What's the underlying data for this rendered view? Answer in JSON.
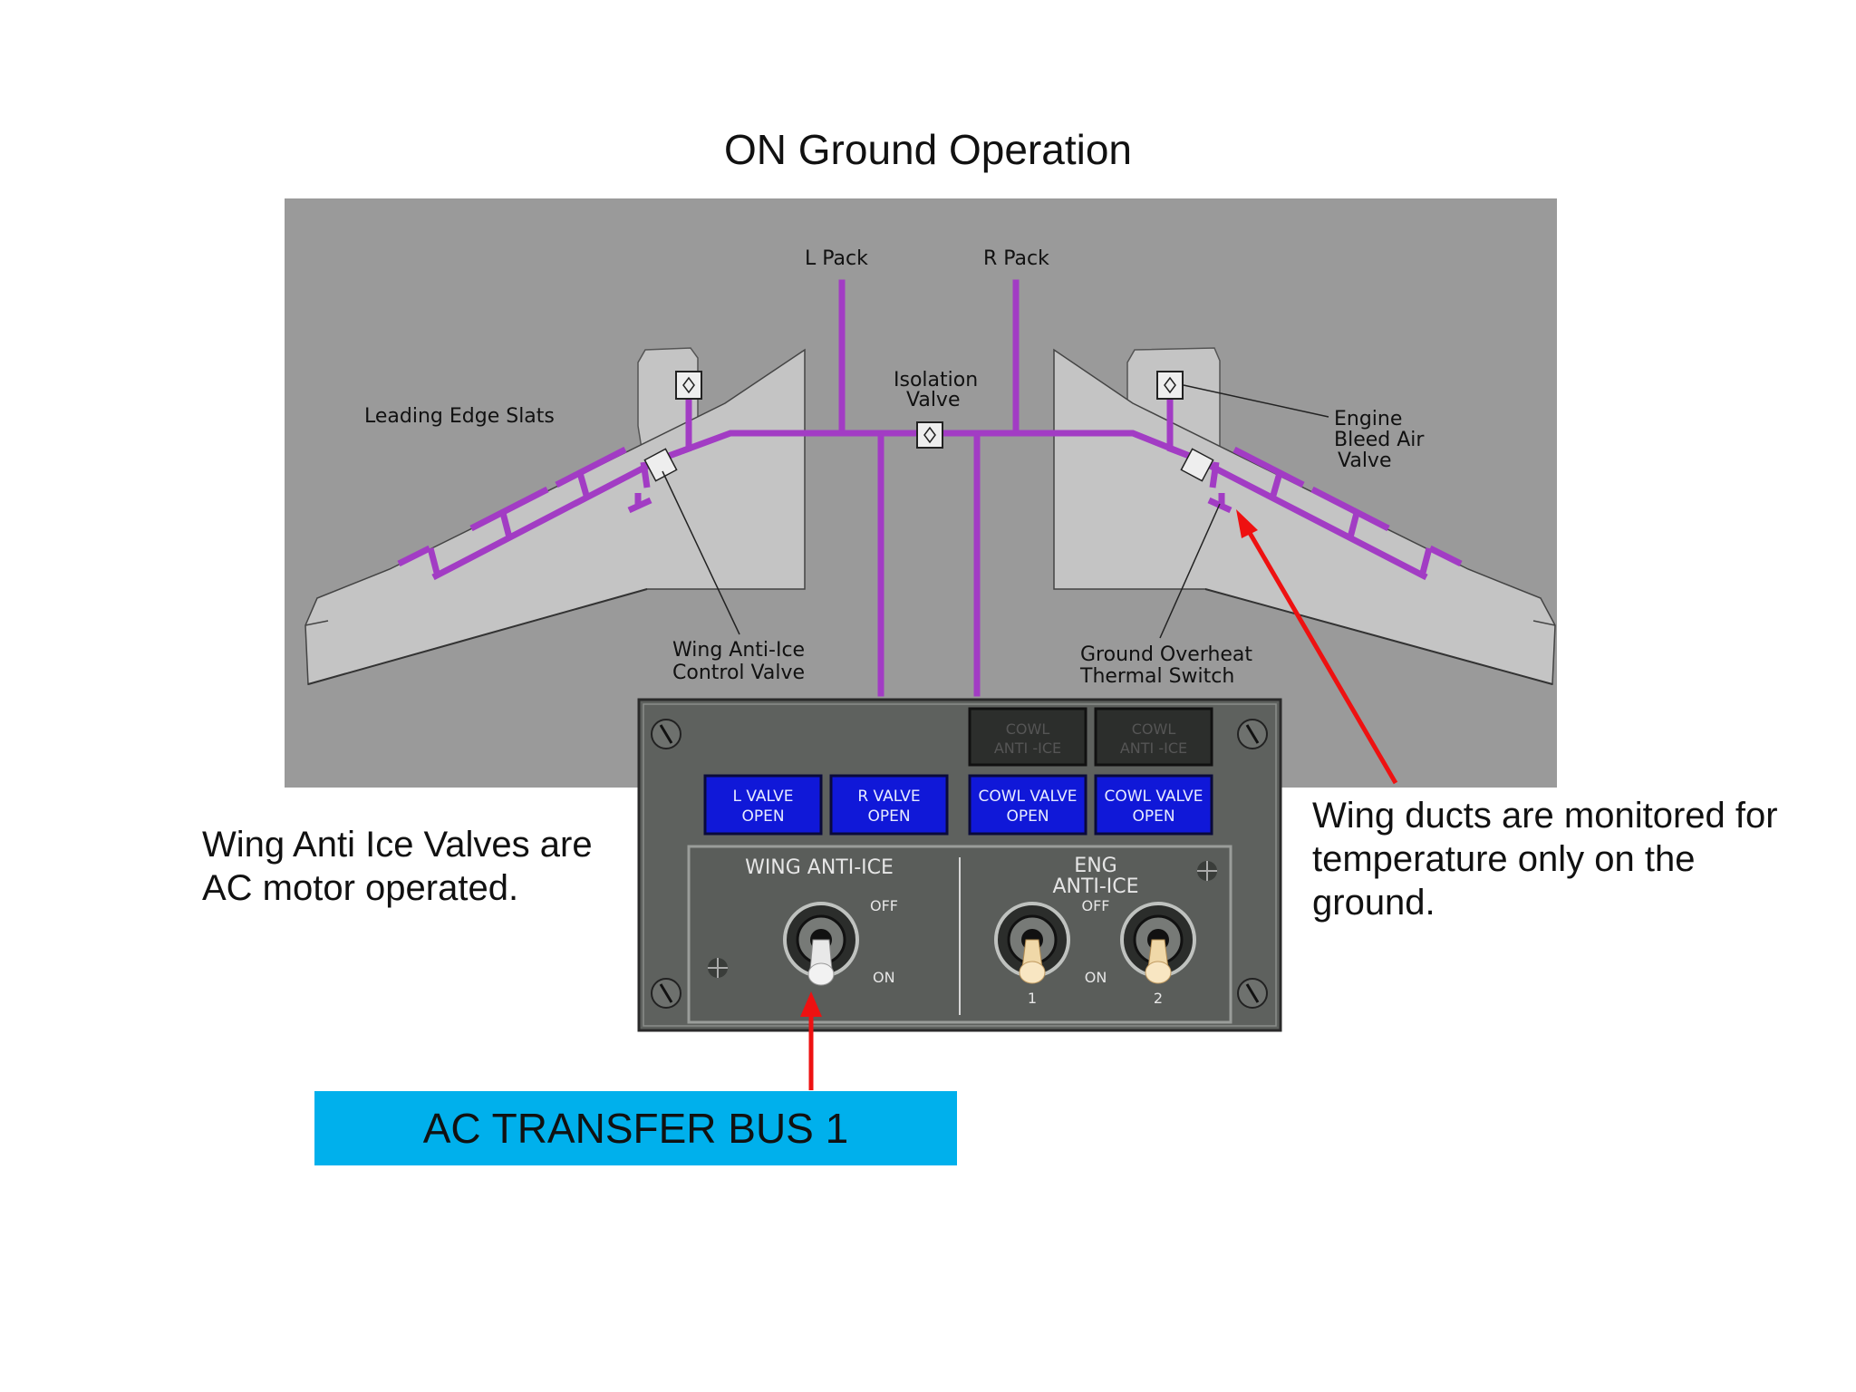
{
  "title": "ON Ground Operation",
  "diagram": {
    "labels": {
      "l_pack": "L  Pack",
      "r_pack": "R  Pack",
      "isolation_valve": [
        "Isolation",
        "Valve"
      ],
      "leading_edge_slats": "Leading Edge Slats",
      "engine_bleed_air_valve": [
        "Engine",
        "Bleed  Air",
        "Valve"
      ],
      "wing_anti_ice_control_valve": [
        "Wing Anti-Ice",
        "Control Valve"
      ],
      "ground_overheat_thermal_switch": [
        "Ground Overheat",
        "Thermal Switch"
      ]
    },
    "colors": {
      "background": "#9a9a9a",
      "wing": "#c4c4c4",
      "duct": "#a23cc4",
      "arrow": "#ee1111"
    }
  },
  "panel": {
    "cowl_anti_ice_1": [
      "COWL",
      "ANTI -ICE"
    ],
    "cowl_anti_ice_2": [
      "COWL",
      "ANTI -ICE"
    ],
    "l_valve_open": [
      "L  VALVE",
      "OPEN"
    ],
    "r_valve_open": [
      "R VALVE",
      "OPEN"
    ],
    "cowl_valve_open_1": [
      "COWL VALVE",
      "OPEN"
    ],
    "cowl_valve_open_2": [
      "COWL VALVE",
      "OPEN"
    ],
    "wing_anti_ice_title": "WING ANTI-ICE",
    "wing_off": "OFF",
    "wing_on": "ON",
    "eng_anti_ice_title": [
      "ENG",
      "ANTI-ICE"
    ],
    "eng_off": "OFF",
    "eng_on": "ON",
    "eng_switch_1": "1",
    "eng_switch_2": "2",
    "colors": {
      "panel": "#5e615e",
      "annunciator_lit": "#1018d8",
      "annunciator_dark": "#2c2e2c"
    }
  },
  "notes": {
    "left": [
      "Wing Anti Ice Valves are",
      "AC motor operated."
    ],
    "right": [
      "Wing ducts are monitored for",
      "temperature only on the",
      "ground."
    ]
  },
  "bus_label": "AC TRANSFER BUS 1"
}
